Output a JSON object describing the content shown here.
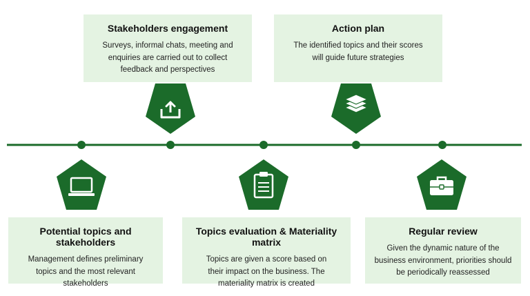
{
  "steps": [
    {
      "title": "Potential topics and stakeholders",
      "lines": [
        "Management defines preliminary",
        "topics and the most relevant",
        "stakeholders"
      ],
      "icon": "laptop-icon"
    },
    {
      "title": "Stakeholders engagement",
      "lines": [
        "Surveys, informal chats, meeting and",
        "enquiries are carried out to collect",
        "feedback and perspectives"
      ],
      "icon": "upload-tray-icon"
    },
    {
      "title": "Topics evaluation & Materiality matrix",
      "lines": [
        "Topics are given a score based on",
        "their impact on the business. The",
        "materiality matrix is created"
      ],
      "icon": "clipboard-icon"
    },
    {
      "title": "Action plan",
      "lines": [
        "The identified topics and their scores",
        "will guide future strategies"
      ],
      "icon": "layers-icon"
    },
    {
      "title": "Regular review",
      "lines": [
        "Given the dynamic nature of the",
        "business environment, priorities should",
        "be periodically reassessed"
      ],
      "icon": "briefcase-icon"
    }
  ],
  "colors": {
    "primary": "#1b6b2a",
    "card_bg": "#e4f3e2",
    "icon": "#ffffff"
  }
}
